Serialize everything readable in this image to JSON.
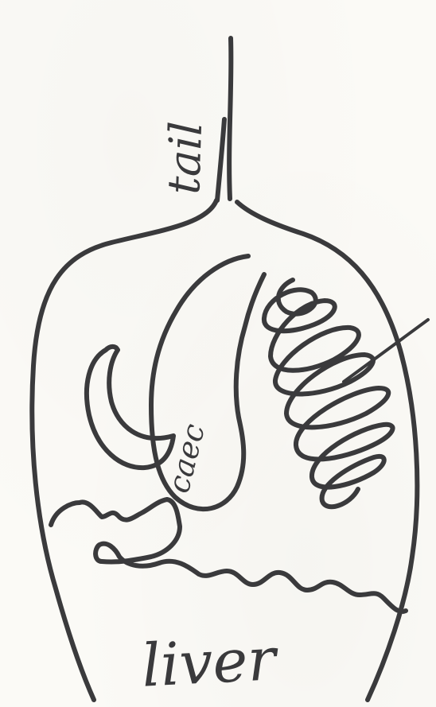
{
  "labels": {
    "tail": "tail",
    "caec": "caec",
    "liver": "liver"
  },
  "colors": {
    "ink": "#3a3a3c",
    "paper": "#fbfaf6"
  }
}
